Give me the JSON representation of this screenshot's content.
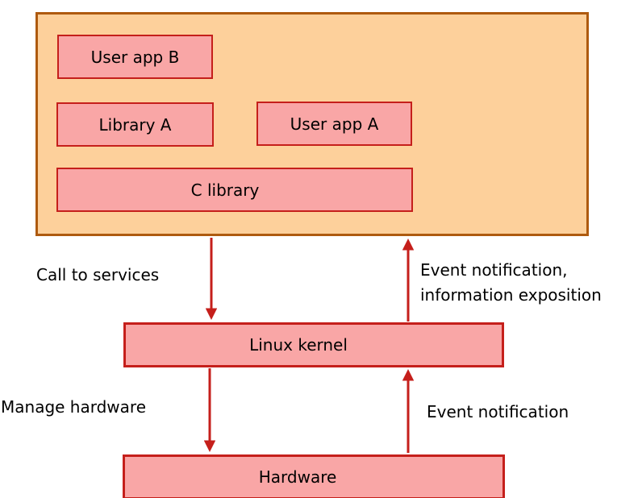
{
  "colors": {
    "background": "#FFFFFF",
    "userspace_fill": "#FDD09B",
    "userspace_border": "#AE5A0F",
    "node_fill": "#F9A6A6",
    "node_border": "#C51F1B",
    "arrow": "#C51F1B",
    "label_text": "#000000"
  },
  "nodes": {
    "user_app_b": {
      "label": "User app B"
    },
    "library_a": {
      "label": "Library A"
    },
    "user_app_a": {
      "label": "User app A"
    },
    "c_library": {
      "label": "C library"
    },
    "linux_kernel": {
      "label": "Linux kernel"
    },
    "hardware": {
      "label": "Hardware"
    }
  },
  "edges": {
    "call_to_services": {
      "label": "Call to services",
      "from": "user_space",
      "to": "linux_kernel",
      "direction": "down"
    },
    "event_notification_exposition": {
      "lines": [
        "Event notification,",
        "information exposition"
      ],
      "from": "linux_kernel",
      "to": "user_space",
      "direction": "up"
    },
    "manage_hardware": {
      "label": "Manage hardware",
      "from": "linux_kernel",
      "to": "hardware",
      "direction": "down"
    },
    "event_notification": {
      "label": "Event notification",
      "from": "hardware",
      "to": "linux_kernel",
      "direction": "up"
    }
  }
}
